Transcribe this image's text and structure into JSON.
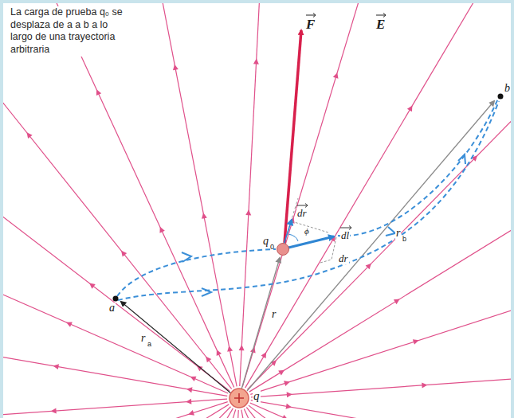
{
  "diagram": {
    "labels": [
      "La carga de prueba q₀ se desplaza de a a b a lo largo de una trayectoria arbitraria",
      "F",
      "E",
      "dr",
      "ϕ",
      "dl",
      "dr",
      "q",
      "0",
      "r",
      "r",
      "a",
      "r",
      "b",
      "a",
      "b",
      "q"
    ]
  }
}
